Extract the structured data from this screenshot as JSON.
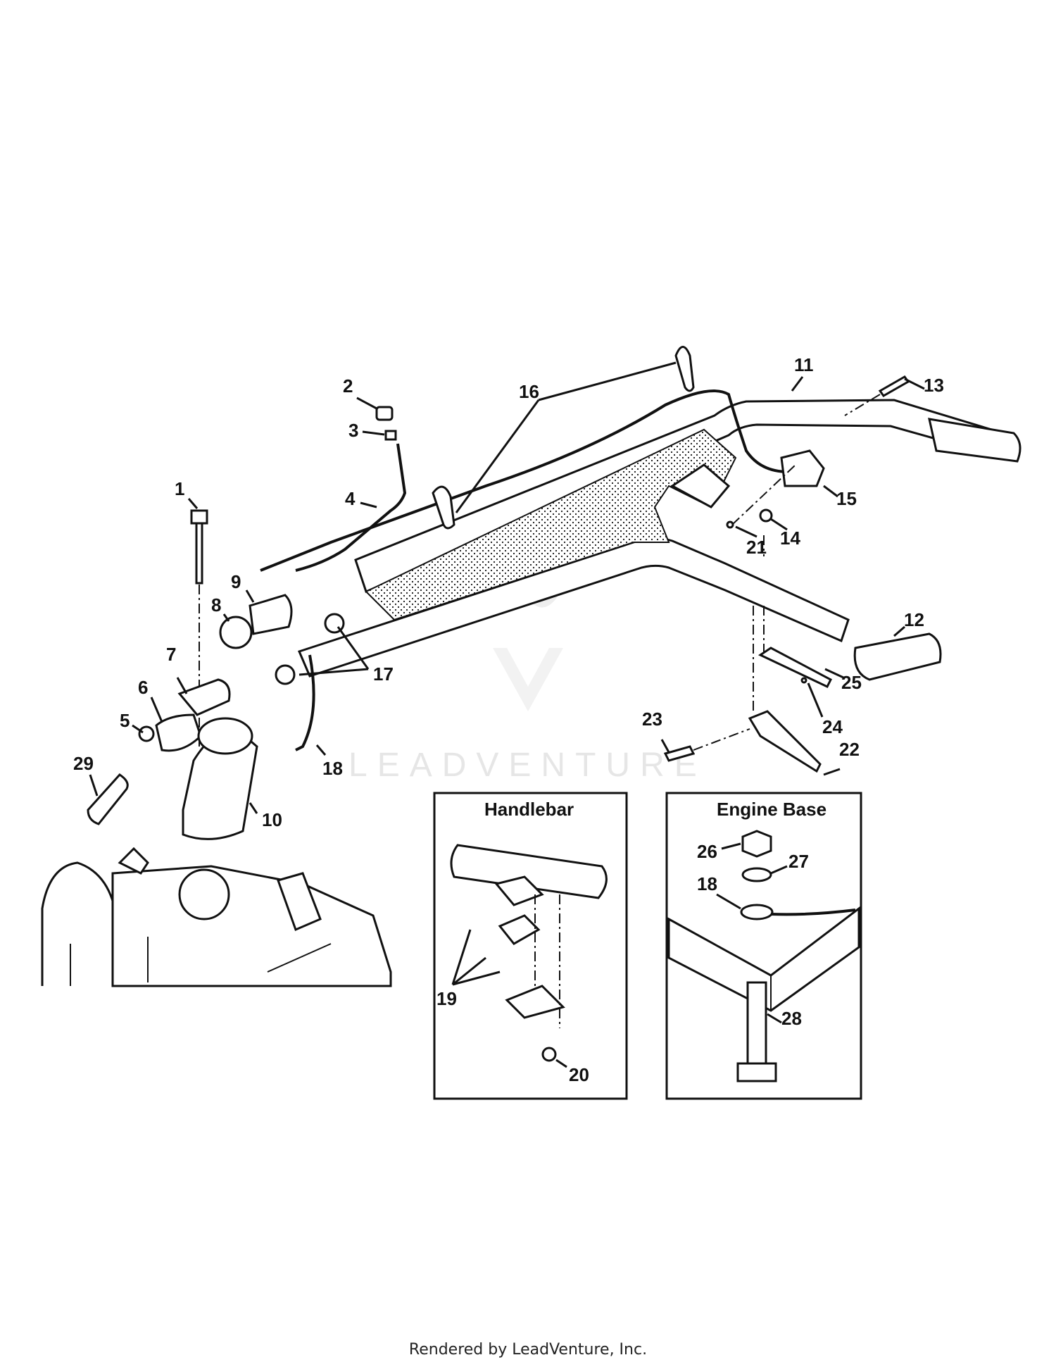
{
  "diagram": {
    "callouts": [
      "1",
      "2",
      "3",
      "4",
      "5",
      "6",
      "7",
      "8",
      "9",
      "10",
      "11",
      "12",
      "13",
      "14",
      "15",
      "16",
      "17",
      "18",
      "19",
      "20",
      "21",
      "22",
      "23",
      "24",
      "25",
      "26",
      "27",
      "18",
      "28",
      "29"
    ],
    "insets": {
      "handlebar_title": "Handlebar",
      "engine_base_title": "Engine Base"
    },
    "watermark": "LEADVENTURE"
  },
  "footer": {
    "text": "Rendered by LeadVenture, Inc."
  },
  "colors": {
    "line": "#111111",
    "background": "#ffffff",
    "watermark": "#e6e6e6"
  }
}
